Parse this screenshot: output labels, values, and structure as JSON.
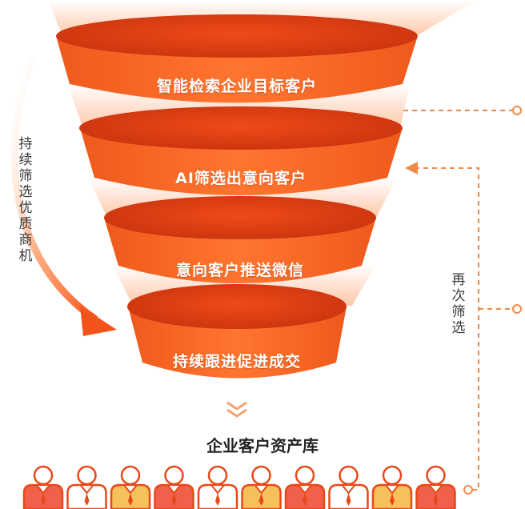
{
  "funnel": {
    "layers": [
      {
        "label": "智能检索企业目标客户"
      },
      {
        "label": "AI筛选出意向客户"
      },
      {
        "label": "意向客户推送微信"
      },
      {
        "label": "持续跟进促进成交"
      }
    ]
  },
  "left_flow": {
    "label_chars": [
      "持",
      "续",
      "筛",
      "选",
      "优",
      "质",
      "商",
      "机"
    ]
  },
  "right_flow": {
    "label_chars": [
      "再",
      "次",
      "筛",
      "选"
    ]
  },
  "pool": {
    "title": "企业客户资产库",
    "person_count": 10
  },
  "colors": {
    "funnel_orange": "#ff6a1e",
    "funnel_dark": "#e8491a",
    "dashed_line": "#f08a4b",
    "person_outline": "#e8491a",
    "person_fill_red": "#f0604a",
    "person_fill_yellow": "#f6c15a"
  },
  "icons": [
    "double-chevron-down-icon",
    "person-icon",
    "arrow-icon"
  ]
}
